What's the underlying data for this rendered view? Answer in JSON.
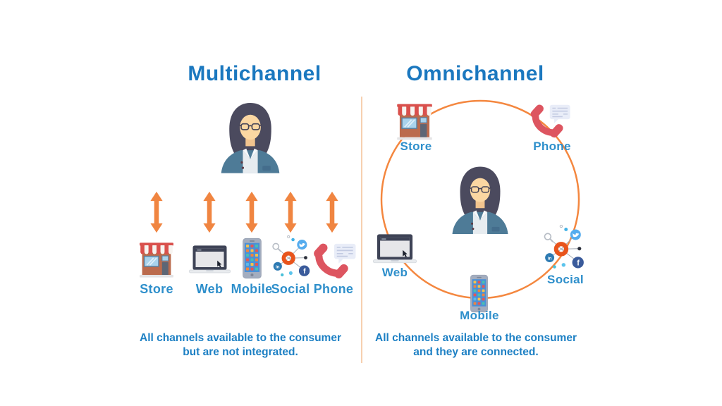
{
  "left_panel": {
    "title": "Multichannel",
    "channels": [
      "Store",
      "Web",
      "Mobile",
      "Social",
      "Phone"
    ],
    "caption": [
      "All channels available to the consumer",
      "but are not integrated."
    ]
  },
  "right_panel": {
    "title": "Omnichannel",
    "channels": [
      "Store",
      "Phone",
      "Web",
      "Social",
      "Mobile"
    ],
    "caption": [
      "All channels available to the consumer",
      "and they are connected."
    ]
  },
  "icons": {
    "person": "consumer-person-icon",
    "store": "store-icon",
    "web": "web-laptop-icon",
    "mobile": "mobile-phone-icon",
    "social": "social-network-icon",
    "phone": "phone-handset-icon",
    "arrow": "double-headed-arrow-icon",
    "circle": "connection-circle"
  },
  "colors": {
    "title_blue": "#1b78bf",
    "label_blue": "#2e8fcb",
    "caption_blue": "#1d80c4",
    "accent_orange": "#f08541",
    "circle_orange": "#f4873f",
    "divider_peach": "#f7d0b0",
    "phone_red": "#dd5560",
    "store_red": "#d9504c",
    "hub_orange": "#e8541c",
    "twitter_blue": "#55acee",
    "facebook_blue": "#3a5b9b",
    "linkedin_blue": "#2d7ab2",
    "jacket_teal": "#4e7b97",
    "hair_dark": "#4b4a5e"
  }
}
